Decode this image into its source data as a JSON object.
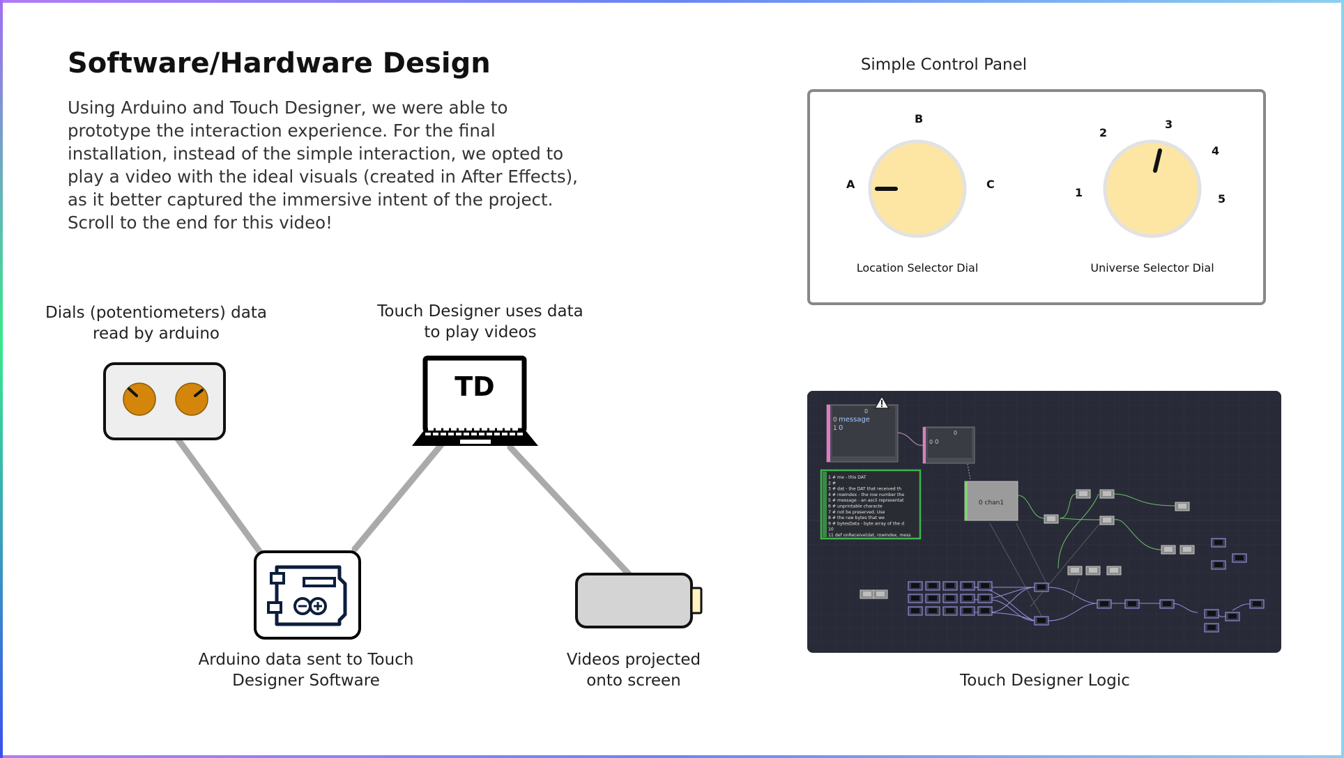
{
  "title": "Software/Hardware Design",
  "intro": "Using Arduino and Touch Designer, we were able to prototype the interaction experience. For the final installation, instead of the simple interaction, we opted to play a video with the ideal visuals (created in After Effects), as it better captured the immersive intent of the project. Scroll to the end for this video!",
  "flow": {
    "dials_caption_l1": "Dials (potentiometers) data",
    "dials_caption_l2": "read by arduino",
    "td_caption_l1": "Touch Designer uses data",
    "td_caption_l2": "to play videos",
    "laptop_label": "TD",
    "arduino_caption_l1": "Arduino data sent to Touch",
    "arduino_caption_l2": "Designer Software",
    "projector_caption_l1": "Videos projected",
    "projector_caption_l2": "onto screen"
  },
  "control_panel": {
    "title": "Simple Control Panel",
    "location_dial": {
      "label": "Location Selector Dial",
      "ticks": [
        "A",
        "B",
        "C"
      ],
      "selected": "A"
    },
    "universe_dial": {
      "label": "Universe Selector Dial",
      "ticks": [
        "1",
        "2",
        "3",
        "4",
        "5"
      ],
      "selected": "3"
    }
  },
  "td_logic": {
    "caption": "Touch Designer Logic",
    "dat1_header": "0",
    "dat1_row0_index": "0",
    "dat1_row0": "message",
    "dat1_row1_index": "1",
    "dat1_row1": "0",
    "dat2_header": "0",
    "dat2_row0_index": "0",
    "dat2_row0": "0",
    "chop_label": "0 chan1",
    "code_lines": [
      "1  # me - this DAT",
      "2  #",
      "3  # dat - the DAT that received th",
      "4  # rowIndex - the row number the",
      "5  # message - an ascii representat",
      "6  #           unprintable characte",
      "7  #           not be preserved. Use",
      "8  #           the raw bytes that we",
      "9  # bytesData - byte array of the d",
      "10",
      "11 def onReceive(dat, rowIndex, mess"
    ],
    "colors": {
      "background": "#282b37",
      "dat_border": "#e07ac8",
      "code_border": "#3fb54a",
      "wire": "#9a8fe0"
    }
  },
  "colors": {
    "dial_knob": "#d4860b",
    "connector": "#aaaaaa",
    "panel_dial": "#fde6a4"
  }
}
